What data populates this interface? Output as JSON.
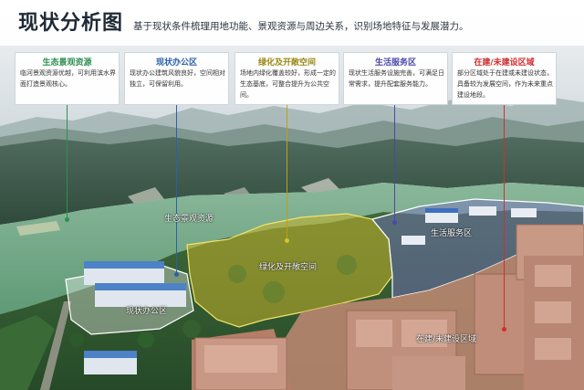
{
  "header": {
    "title": "现状分析图",
    "subtitle": "基于现状条件梳理用地功能、景观资源与周边关系，识别场地特征与发展潜力。"
  },
  "zones": [
    {
      "title": "生态景观资源",
      "body": "临河景观资源优越，可利用滨水界面打造景观核心。",
      "map_label": "生态景观资源",
      "color": "#2f8f4f"
    },
    {
      "title": "现状办公区",
      "body": "现状办公建筑风貌良好，空间相对独立，可保留利用。",
      "map_label": "现状办公区",
      "color": "#2a62a8"
    },
    {
      "title": "绿化及开敞空间",
      "body": "场地内绿化覆盖较好，形成一定的生态基底，可整合提升为公共空间。",
      "map_label": "绿化及开敞空间",
      "color": "#b9a21a"
    },
    {
      "title": "生活服务区",
      "body": "现状生活服务设施完善，可满足日常需求，提升配套服务能力。",
      "map_label": "生活服务区",
      "color": "#4a48a8"
    },
    {
      "title": "在建/未建设区域",
      "body": "部分区域处于在建或未建设状态，具备较为发展空间，作为未来重点建设地段。",
      "map_label": "在建/未建设区域",
      "color": "#cf2f2f"
    }
  ]
}
